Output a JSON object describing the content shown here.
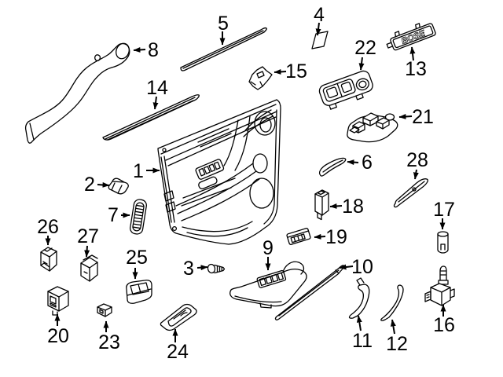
{
  "diagram": {
    "background_color": "#ffffff",
    "line_color": "#000000",
    "emblem_text": "BOSE",
    "part_labels": [
      "1",
      "2",
      "3",
      "4",
      "5",
      "6",
      "7",
      "8",
      "9",
      "10",
      "11",
      "12",
      "13",
      "14",
      "15",
      "16",
      "17",
      "18",
      "19",
      "20",
      "21",
      "22",
      "23",
      "24",
      "25",
      "26",
      "27",
      "28"
    ]
  }
}
